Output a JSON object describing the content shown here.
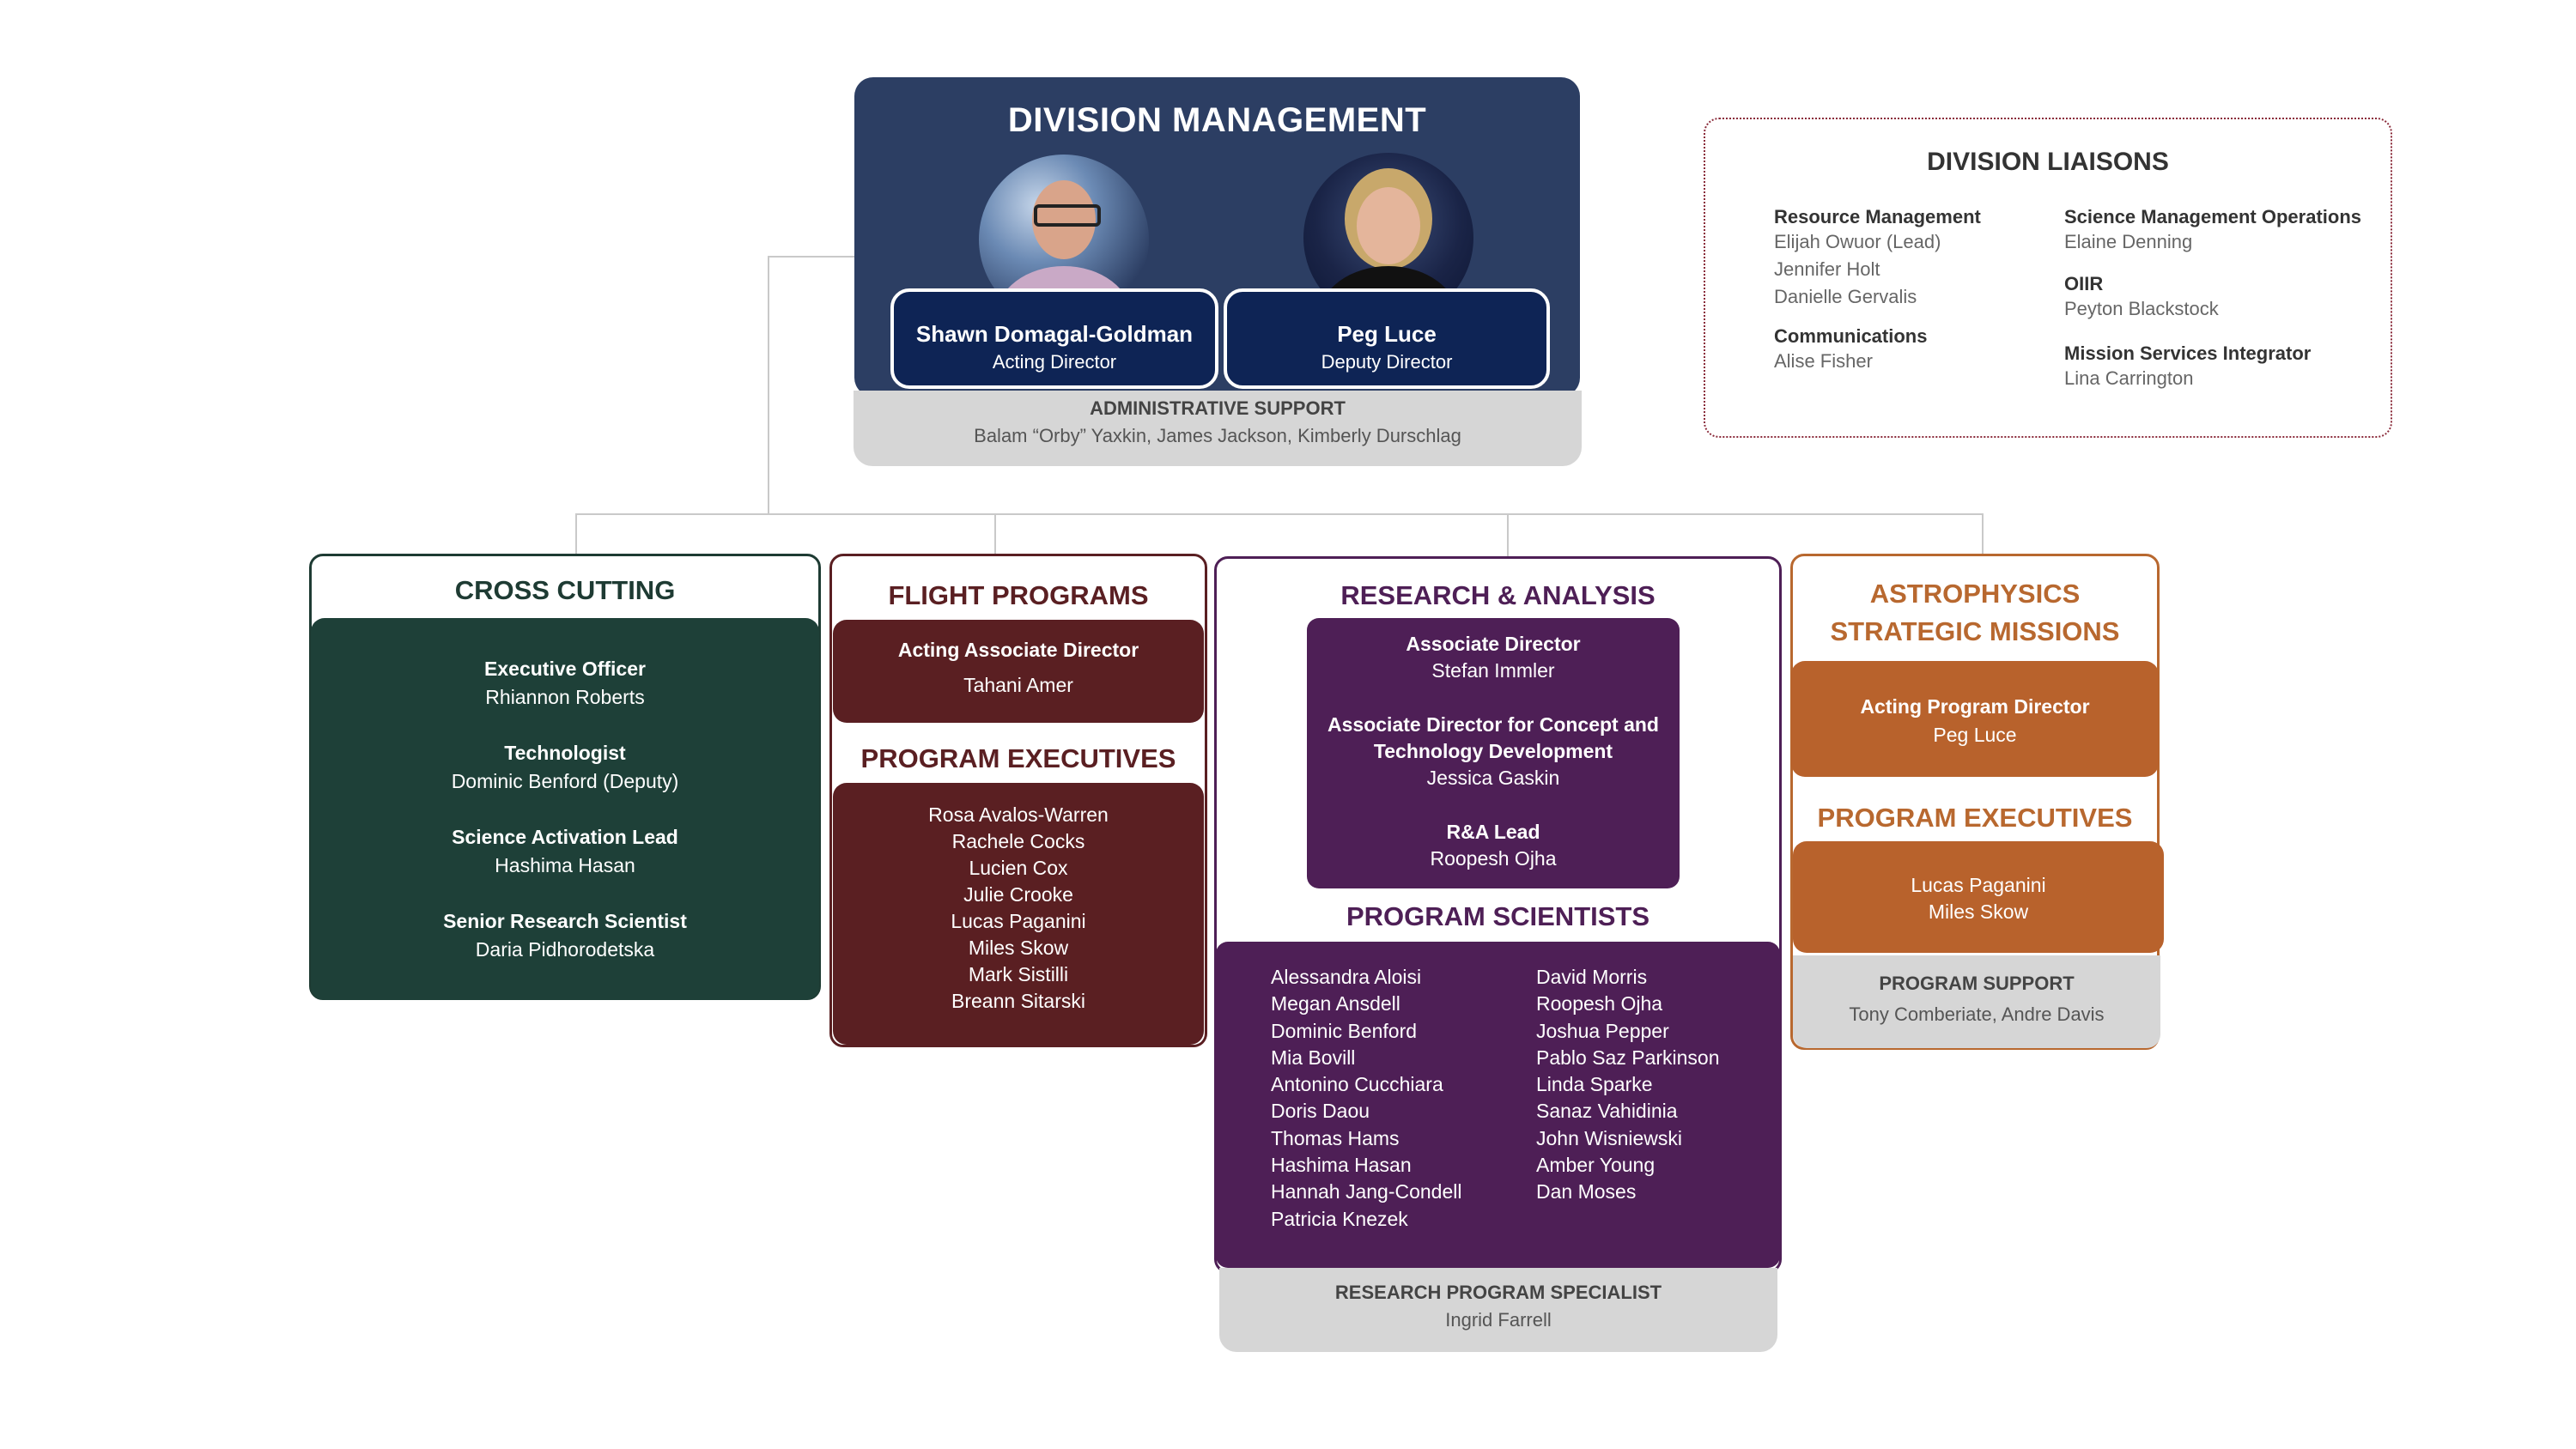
{
  "management": {
    "title": "DIVISION MANAGEMENT",
    "director": {
      "name": "Shawn Domagal-Goldman",
      "role": "Acting Director"
    },
    "deputy": {
      "name": "Peg Luce",
      "role": "Deputy Director"
    },
    "admin": {
      "title": "ADMINISTRATIVE SUPPORT",
      "names": "Balam “Orby” Yaxkin, James Jackson, Kimberly Durschlag"
    }
  },
  "liaisons": {
    "title": "DIVISION LIAISONS",
    "resource_management": {
      "head": "Resource Management",
      "names": [
        "Elijah Owuor (Lead)",
        "Jennifer Holt",
        "Danielle Gervalis"
      ]
    },
    "communications": {
      "head": "Communications",
      "names": [
        "Alise Fisher"
      ]
    },
    "smo": {
      "head": "Science Management Operations",
      "names": [
        "Elaine Denning"
      ]
    },
    "oiir": {
      "head": "OIIR",
      "names": [
        "Peyton Blackstock"
      ]
    },
    "msi": {
      "head": "Mission Services Integrator",
      "names": [
        "Lina Carrington"
      ]
    }
  },
  "cross_cutting": {
    "title": "CROSS CUTTING",
    "roles": [
      {
        "role": "Executive Officer",
        "name": "Rhiannon Roberts"
      },
      {
        "role": "Technologist",
        "name": "Dominic Benford (Deputy)"
      },
      {
        "role": "Science Activation Lead",
        "name": "Hashima Hasan"
      },
      {
        "role": "Senior Research Scientist",
        "name": "Daria Pidhorodetska"
      }
    ]
  },
  "flight_programs": {
    "title": "FLIGHT PROGRAMS",
    "role": "Acting Associate Director",
    "name": "Tahani Amer",
    "pe_title": "PROGRAM EXECUTIVES",
    "executives": [
      "Rosa Avalos-Warren",
      "Rachele Cocks",
      "Lucien Cox",
      "Julie Crooke",
      "Lucas Paganini",
      "Miles Skow",
      "Mark Sistilli",
      "Breann Sitarski"
    ]
  },
  "research_analysis": {
    "title": "RESEARCH & ANALYSIS",
    "roles": [
      {
        "role": "Associate Director",
        "name": "Stefan Immler"
      },
      {
        "role": "Associate Director for Concept and Technology Development",
        "name": "Jessica Gaskin"
      },
      {
        "role": "R&A Lead",
        "name": "Roopesh Ojha"
      }
    ],
    "ps_title": "PROGRAM SCIENTISTS",
    "scientists_left": [
      "Alessandra Aloisi",
      "Megan Ansdell",
      "Dominic Benford",
      "Mia Bovill",
      "Antonino Cucchiara",
      "Doris Daou",
      "Thomas Hams",
      "Hashima Hasan",
      "Hannah Jang-Condell",
      "Patricia Knezek"
    ],
    "scientists_right": [
      "David Morris",
      "Roopesh Ojha",
      "Joshua Pepper",
      "Pablo Saz Parkinson",
      "Linda Sparke",
      "Sanaz Vahidinia",
      "John Wisniewski",
      "Amber Young",
      "Dan Moses"
    ],
    "support": {
      "title": "RESEARCH PROGRAM SPECIALIST",
      "name": "Ingrid Farrell"
    }
  },
  "astrophysics": {
    "title_line1": "ASTROPHYSICS",
    "title_line2": "STRATEGIC MISSIONS",
    "role": "Acting Program Director",
    "name": "Peg Luce",
    "pe_title": "PROGRAM EXECUTIVES",
    "executives": [
      "Lucas Paganini",
      "Miles Skow"
    ],
    "support": {
      "title": "PROGRAM SUPPORT",
      "names": "Tony Comberiate, Andre Davis"
    }
  },
  "colors": {
    "management": "#2c3e63",
    "cross_cutting": "#1e4038",
    "flight_programs": "#5a1f22",
    "research_analysis": "#4e1f56",
    "astrophysics": "#b8622c",
    "support": "#d6d6d6"
  }
}
